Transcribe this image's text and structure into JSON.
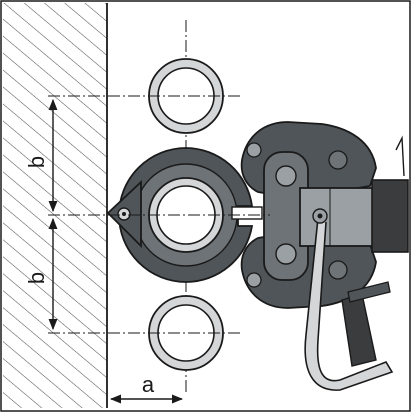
{
  "labels": {
    "b_upper": "b",
    "b_lower": "b",
    "a": "a"
  },
  "colors": {
    "line": "#1a1a1a",
    "tool_dark": "#4f5559",
    "tool_mid": "#6d7377",
    "tool_light": "#9aa0a3",
    "pipe_fill": "#d4d6d7",
    "grip": "#3a3c3e",
    "hatch": "#555555"
  }
}
